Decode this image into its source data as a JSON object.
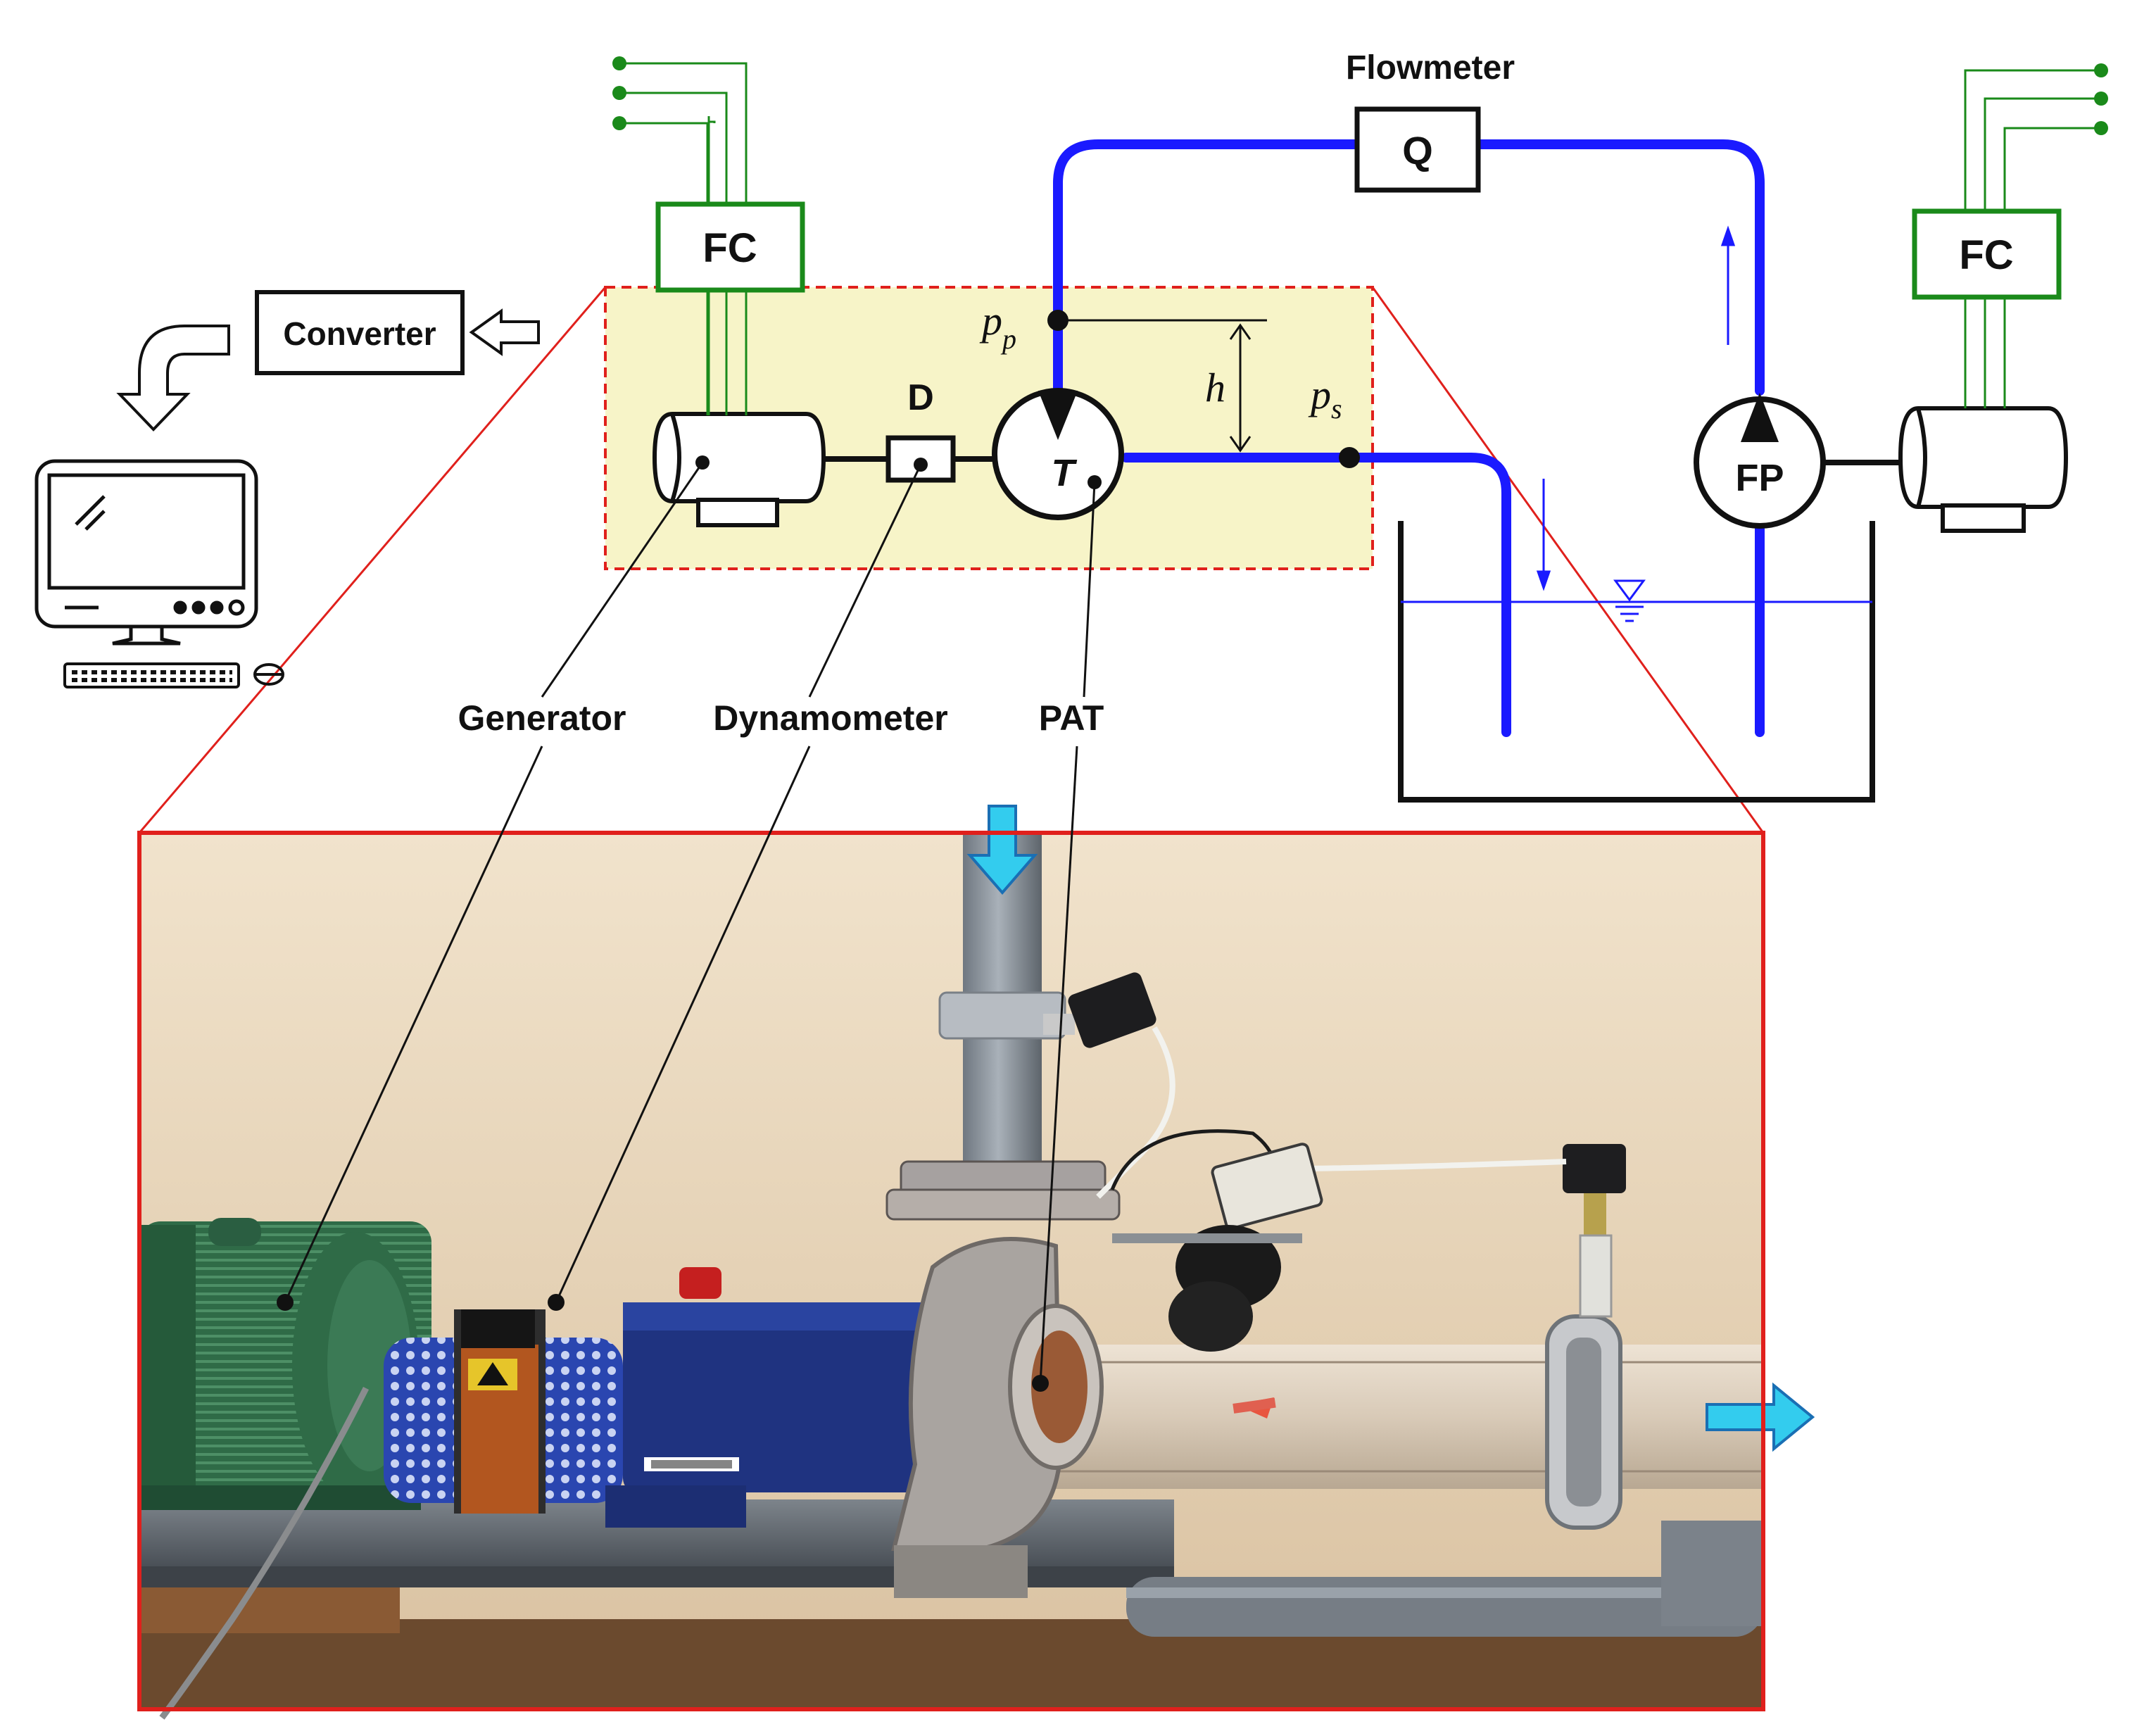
{
  "labels": {
    "flowmeter": "Flowmeter",
    "flow_symbol": "Q",
    "frequency_converter_left": "FC",
    "frequency_converter_right": "FC",
    "converter": "Converter",
    "dynamometer_symbol": "D",
    "turbine_symbol": "T",
    "feed_pump_symbol": "FP",
    "head_symbol": "h",
    "pressure_p_base": "p",
    "pressure_p_sub": "p",
    "pressure_s_base": "p",
    "pressure_s_sub": "s",
    "generator": "Generator",
    "dynamometer": "Dynamometer",
    "pat": "PAT"
  },
  "colors": {
    "pipe": "#1a1aff",
    "signal": "#1a8a1a",
    "zoom_frame": "#e0201c",
    "highlight_fill": "#f7f4c8",
    "flow_arrow": "#33ccee",
    "motor_green": "#2f6b47",
    "pump_blue": "#1f3380",
    "wall": "#e8d2b4"
  },
  "icons": {
    "computer": "desktop-computer-icon",
    "keyboard": "keyboard-icon",
    "mouse": "mouse-icon",
    "water_level": "water-surface-symbol"
  }
}
